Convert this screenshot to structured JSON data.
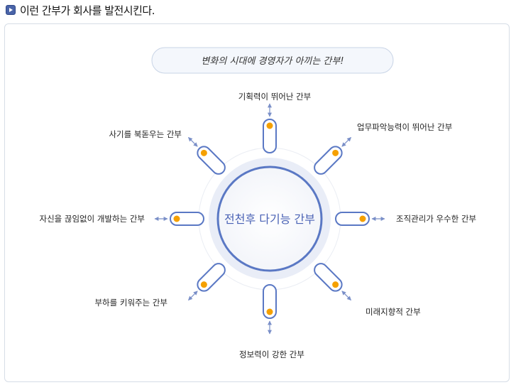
{
  "header": {
    "title": "이런 간부가 회사를 발전시킨다."
  },
  "banner": {
    "text": "변화의 시대에 경영자가 아끼는 간부!"
  },
  "center": {
    "text": "전천후 다기능 간부"
  },
  "spokes": [
    {
      "label": "기획력이 뛰어난 간부",
      "angle": 90
    },
    {
      "label": "업무파악능력이 뛰어난 간부",
      "angle": 45
    },
    {
      "label": "조직관리가 우수한 간부",
      "angle": 0
    },
    {
      "label": "미래지향적 간부",
      "angle": -45
    },
    {
      "label": "정보력이 강한 간부",
      "angle": -90
    },
    {
      "label": "부하를 키워주는 간부",
      "angle": -135
    },
    {
      "label": "자신을 끊임없이 개발하는 간부",
      "angle": 180
    },
    {
      "label": "사기를 북돋우는 간부",
      "angle": 135
    }
  ],
  "colors": {
    "ring": "#5a78c4",
    "dot": "#f5a000",
    "arrow": "#7a8fc8",
    "halo": "#e8ecf6"
  }
}
